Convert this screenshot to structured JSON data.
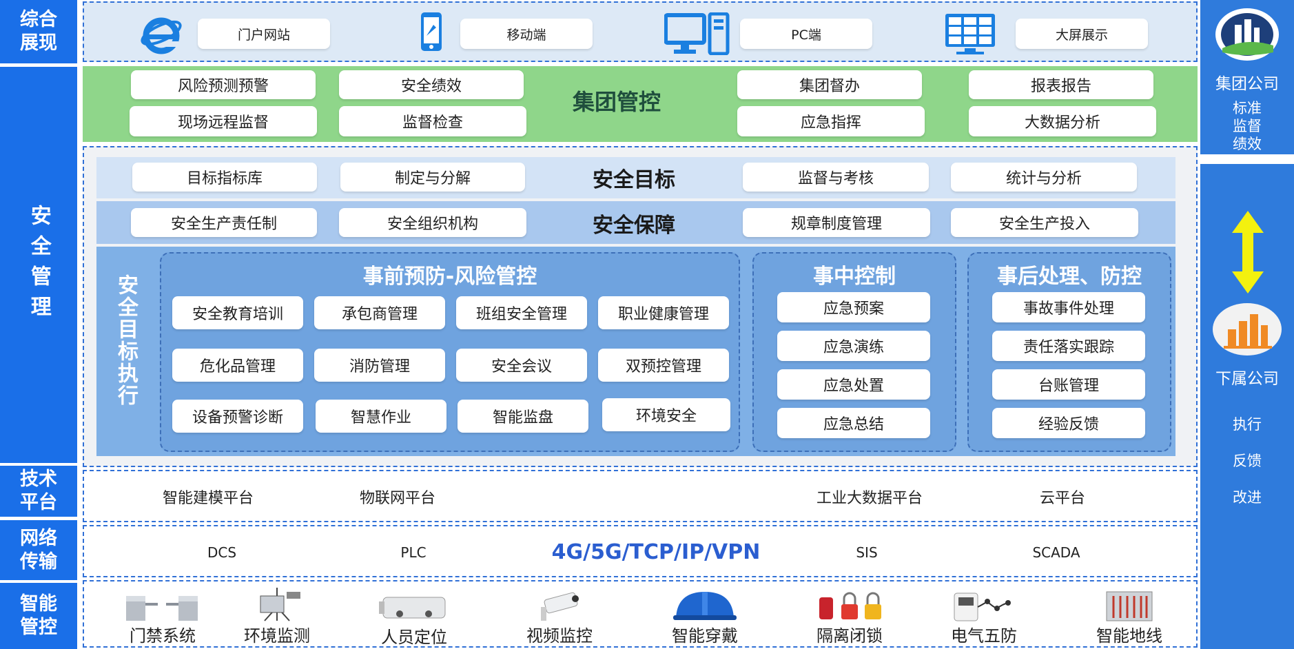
{
  "left_labels": {
    "display": "综合\n展现",
    "safety": "安全管理",
    "tech": "技术\n平台",
    "network": "网络\n传输",
    "smart": "智能\n管控"
  },
  "display_row": [
    {
      "icon": "ie-browser-icon",
      "label": "门户网站"
    },
    {
      "icon": "mobile-phone-icon",
      "label": "移动端"
    },
    {
      "icon": "pc-computer-icon",
      "label": "PC端"
    },
    {
      "icon": "large-screen-icon",
      "label": "大屏展示"
    }
  ],
  "group_control": {
    "title": "集团管控",
    "left": [
      "风险预测预警",
      "安全绩效",
      "现场远程监督",
      "监督检查"
    ],
    "right": [
      "集团督办",
      "报表报告",
      "应急指挥",
      "大数据分析"
    ]
  },
  "safety_target": {
    "title": "安全目标",
    "items": [
      "目标指标库",
      "制定与分解",
      "监督与考核",
      "统计与分析"
    ]
  },
  "safety_guarantee": {
    "title": "安全保障",
    "items": [
      "安全生产责任制",
      "安全组织机构",
      "规章制度管理",
      "安全生产投入"
    ]
  },
  "execution": {
    "label": "安全目标执行",
    "pre": {
      "title": "事前预防-风险管控",
      "items": [
        "安全教育培训",
        "承包商管理",
        "班组安全管理",
        "职业健康管理",
        "危化品管理",
        "消防管理",
        "安全会议",
        "双预控管理",
        "设备预警诊断",
        "智慧作业",
        "智能监盘",
        "环境安全"
      ]
    },
    "during": {
      "title": "事中控制",
      "items": [
        "应急预案",
        "应急演练",
        "应急处置",
        "应急总结"
      ]
    },
    "post": {
      "title": "事后处理、防控",
      "items": [
        "事故事件处理",
        "责任落实跟踪",
        "台账管理",
        "经验反馈"
      ]
    }
  },
  "tech_platform": [
    "智能建模平台",
    "物联网平台",
    "工业大数据平台",
    "云平台"
  ],
  "network": {
    "items": [
      "DCS",
      "PLC",
      "SIS",
      "SCADA"
    ],
    "center": "4G/5G/TCP/IP/VPN"
  },
  "devices": [
    {
      "icon": "turnstile-icon",
      "label": "门禁系统"
    },
    {
      "icon": "env-monitor-icon",
      "label": "环境监测"
    },
    {
      "icon": "locator-device-icon",
      "label": "人员定位"
    },
    {
      "icon": "cctv-camera-icon",
      "label": "视频监控"
    },
    {
      "icon": "smart-helmet-icon",
      "label": "智能穿戴"
    },
    {
      "icon": "padlock-icon",
      "label": "隔离闭锁"
    },
    {
      "icon": "electric-meter-icon",
      "label": "电气五防"
    },
    {
      "icon": "grounding-cabinet-icon",
      "label": "智能地线"
    }
  ],
  "right_panel": {
    "group_company": "集团公司",
    "group_sub": "标准\n监督\n绩效",
    "sub_company": "下属公司",
    "sub_items": [
      "执行",
      "反馈",
      "改进"
    ]
  },
  "colors": {
    "left_blue": "#1a6fe8",
    "green_band": "#8fd68a",
    "target_band": "#d3e3f6",
    "guarantee_band": "#a9c8ee",
    "exec_blue": "#6fa3df",
    "network_blue": "#2b5ed0",
    "right_blue": "#2f7bdc"
  }
}
